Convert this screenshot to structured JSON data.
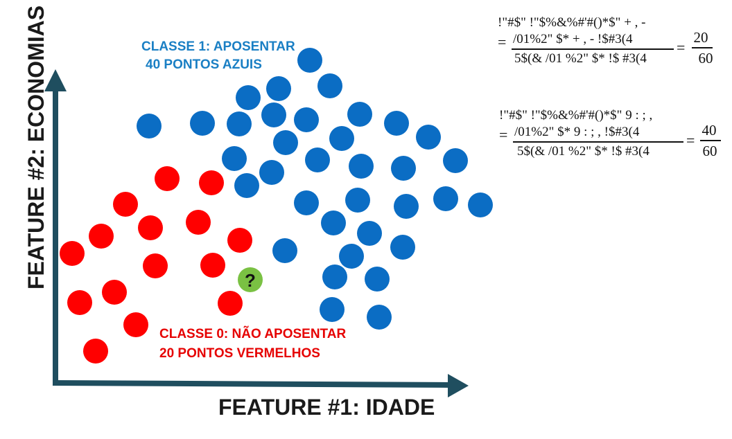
{
  "labels": {
    "class1_line1": "CLASSE 1: APOSENTAR",
    "class1_line2": "40 PONTOS AZUIS",
    "class0_line1": "CLASSE 0: NÃO APOSENTAR",
    "class0_line2": "20 PONTOS VERMELHOS",
    "x_axis": "FEATURE #1: IDADE",
    "y_axis": "FEATURE #2: ECONOMIAS",
    "unknown_point": "?"
  },
  "formula1": {
    "line1": "!\"#$\" !\"$%&%#'#()*$\" + , -",
    "line2": "/01%2\" $* + , -  !$#3(4",
    "line3": "5$(& /01 %2\" $* !$ #3(4",
    "numerator": "20",
    "denominator": "60"
  },
  "formula2": {
    "line1": "!\"#$\" !\"$%&%#'#()*$\" 9 : ; ,",
    "line2": "/01%2\" $* 9 : ; ,  !$#3(4",
    "line3": "5$(& /01 %2\" $* !$ #3(4",
    "numerator": "40",
    "denominator": "60"
  },
  "colors": {
    "blue": "#0b6dc4",
    "red": "#ff0000",
    "green": "#7ac143",
    "axis": "#1f4e5f"
  }
}
